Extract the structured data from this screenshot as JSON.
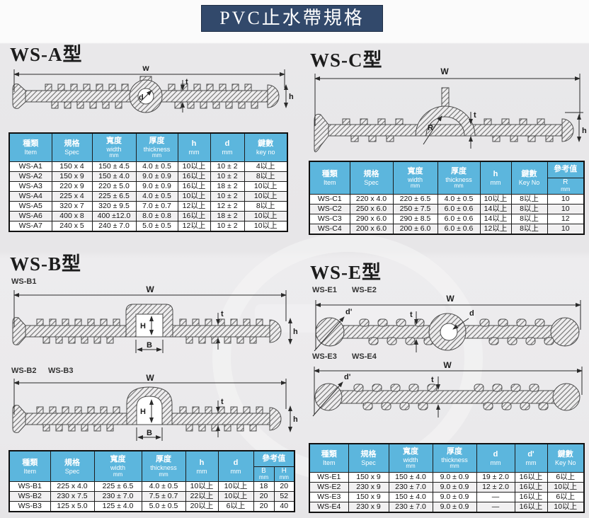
{
  "title": "PVC止水帶規格",
  "sections": {
    "a": {
      "heading": "WS-A型",
      "dims": {
        "w": "w",
        "t": "t",
        "h": "h",
        "d": "d"
      }
    },
    "c": {
      "heading": "WS-C型",
      "dims": {
        "w": "W",
        "t": "t",
        "h": "h",
        "r": "R"
      }
    },
    "b": {
      "heading": "WS-B型",
      "label_b1": "WS-B1",
      "label_b2": "WS-B2",
      "label_b3": "WS-B3",
      "dims1": {
        "w": "W",
        "t": "t",
        "h": "h",
        "hh": "H",
        "b": "B"
      },
      "dims2": {
        "w": "W",
        "t": "t",
        "h": "h",
        "hh": "H",
        "b": "B"
      }
    },
    "e": {
      "heading": "WS-E型",
      "label_e1": "WS-E1",
      "label_e2": "WS-E2",
      "label_e3": "WS-E3",
      "label_e4": "WS-E4",
      "dims1": {
        "w": "W",
        "t": "t",
        "d": "d",
        "dp": "d'"
      },
      "dims2": {
        "w": "W",
        "t": "t",
        "dp": "d'"
      }
    }
  },
  "colors": {
    "header_blue": "#5cb6dd",
    "title_navy": "#32496b",
    "page_gray": "#e9e8ea"
  },
  "tables": {
    "a": {
      "headers": [
        {
          "zh": "種類",
          "en": "Item"
        },
        {
          "zh": "規格",
          "en": "Spec"
        },
        {
          "zh": "寬度",
          "en": "width",
          "unit": "mm"
        },
        {
          "zh": "厚度",
          "en": "thickness",
          "unit": "mm"
        },
        {
          "zh": "h",
          "en": "mm"
        },
        {
          "zh": "d",
          "en": "mm"
        },
        {
          "zh": "鍵數",
          "en": "key no"
        }
      ],
      "rows": [
        [
          "WS-A1",
          "150 x 4",
          "150 ± 4.5",
          "4.0 ± 0.5",
          "10以上",
          "10 ± 2",
          "4以上"
        ],
        [
          "WS-A2",
          "150 x 9",
          "150 ± 4.0",
          "9.0 ± 0.9",
          "16以上",
          "10 ± 2",
          "8以上"
        ],
        [
          "WS-A3",
          "220 x 9",
          "220 ± 5.0",
          "9.0 ± 0.9",
          "16以上",
          "18 ± 2",
          "10以上"
        ],
        [
          "WS-A4",
          "225 x 4",
          "225 ± 6.5",
          "4.0 ± 0.5",
          "10以上",
          "10 ± 2",
          "10以上"
        ],
        [
          "WS-A5",
          "320 x 7",
          "320 ± 9.5",
          "7.0 ± 0.7",
          "12以上",
          "12 ± 2",
          "8以上"
        ],
        [
          "WS-A6",
          "400 x 8",
          "400 ±12.0",
          "8.0 ± 0.8",
          "16以上",
          "18 ± 2",
          "10以上"
        ],
        [
          "WS-A7",
          "240 x 5",
          "240 ± 7.0",
          "5.0 ± 0.5",
          "12以上",
          "10 ± 2",
          "10以上"
        ]
      ]
    },
    "c": {
      "headers": [
        {
          "zh": "種類",
          "en": "Item"
        },
        {
          "zh": "規格",
          "en": "Spec"
        },
        {
          "zh": "寬度",
          "en": "width",
          "unit": "mm"
        },
        {
          "zh": "厚度",
          "en": "thickness",
          "unit": "mm"
        },
        {
          "zh": "h",
          "en": "mm"
        },
        {
          "zh": "鍵數",
          "en": "Key No"
        }
      ],
      "ref": {
        "label": "參考值",
        "zh": "R",
        "unit": "mm"
      },
      "rows": [
        [
          "WS-C1",
          "220 x 4.0",
          "220 ± 6.5",
          "4.0 ± 0.5",
          "10以上",
          "8以上",
          "10"
        ],
        [
          "WS-C2",
          "250 x 6.0",
          "250 ± 7.5",
          "6.0 ± 0.6",
          "14以上",
          "8以上",
          "10"
        ],
        [
          "WS-C3",
          "290 x 6.0",
          "290 ± 8.5",
          "6.0 ± 0.6",
          "14以上",
          "8以上",
          "12"
        ],
        [
          "WS-C4",
          "200 x 6.0",
          "200 ± 6.0",
          "6.0 ± 0.6",
          "12以上",
          "8以上",
          "10"
        ]
      ]
    },
    "b": {
      "headers": [
        {
          "zh": "種類",
          "en": "Item"
        },
        {
          "zh": "規格",
          "en": "Spec"
        },
        {
          "zh": "寬度",
          "en": "width",
          "unit": "mm"
        },
        {
          "zh": "厚度",
          "en": "thickness",
          "unit": "mm"
        },
        {
          "zh": "h",
          "en": "mm"
        },
        {
          "zh": "d",
          "en": "mm"
        }
      ],
      "ref": {
        "label": "參考值",
        "cols": [
          {
            "zh": "B",
            "unit": "mm"
          },
          {
            "zh": "H",
            "unit": "mm"
          }
        ]
      },
      "rows": [
        [
          "WS-B1",
          "225 x 4.0",
          "225 ± 6.5",
          "4.0 ± 0.5",
          "10以上",
          "10以上",
          "18",
          "20"
        ],
        [
          "WS-B2",
          "230 x 7.5",
          "230 ± 7.0",
          "7.5 ± 0.7",
          "22以上",
          "10以上",
          "20",
          "52"
        ],
        [
          "WS-B3",
          "125 x 5.0",
          "125 ± 4.0",
          "5.0 ± 0.5",
          "20以上",
          "6以上",
          "20",
          "40"
        ]
      ]
    },
    "e": {
      "headers": [
        {
          "zh": "種類",
          "en": "Item"
        },
        {
          "zh": "規格",
          "en": "Spec"
        },
        {
          "zh": "寬度",
          "en": "width",
          "unit": "mm"
        },
        {
          "zh": "厚度",
          "en": "thickness",
          "unit": "mm"
        },
        {
          "zh": "d",
          "en": "mm"
        },
        {
          "zh": "d'",
          "en": "mm"
        },
        {
          "zh": "鍵數",
          "en": "Key No"
        }
      ],
      "rows": [
        [
          "WS-E1",
          "150 x 9",
          "150 ± 4.0",
          "9.0 ± 0.9",
          "19 ± 2.0",
          "16以上",
          "6以上"
        ],
        [
          "WS-E2",
          "230 x 9",
          "230 ± 7.0",
          "9.0 ± 0.9",
          "12 ± 2.0",
          "16以上",
          "10以上"
        ],
        [
          "WS-E3",
          "150 x 9",
          "150 ± 4.0",
          "9.0 ± 0.9",
          "—",
          "16以上",
          "6以上"
        ],
        [
          "WS-E4",
          "230 x 9",
          "230 ± 7.0",
          "9.0 ± 0.9",
          "—",
          "16以上",
          "10以上"
        ]
      ]
    }
  }
}
